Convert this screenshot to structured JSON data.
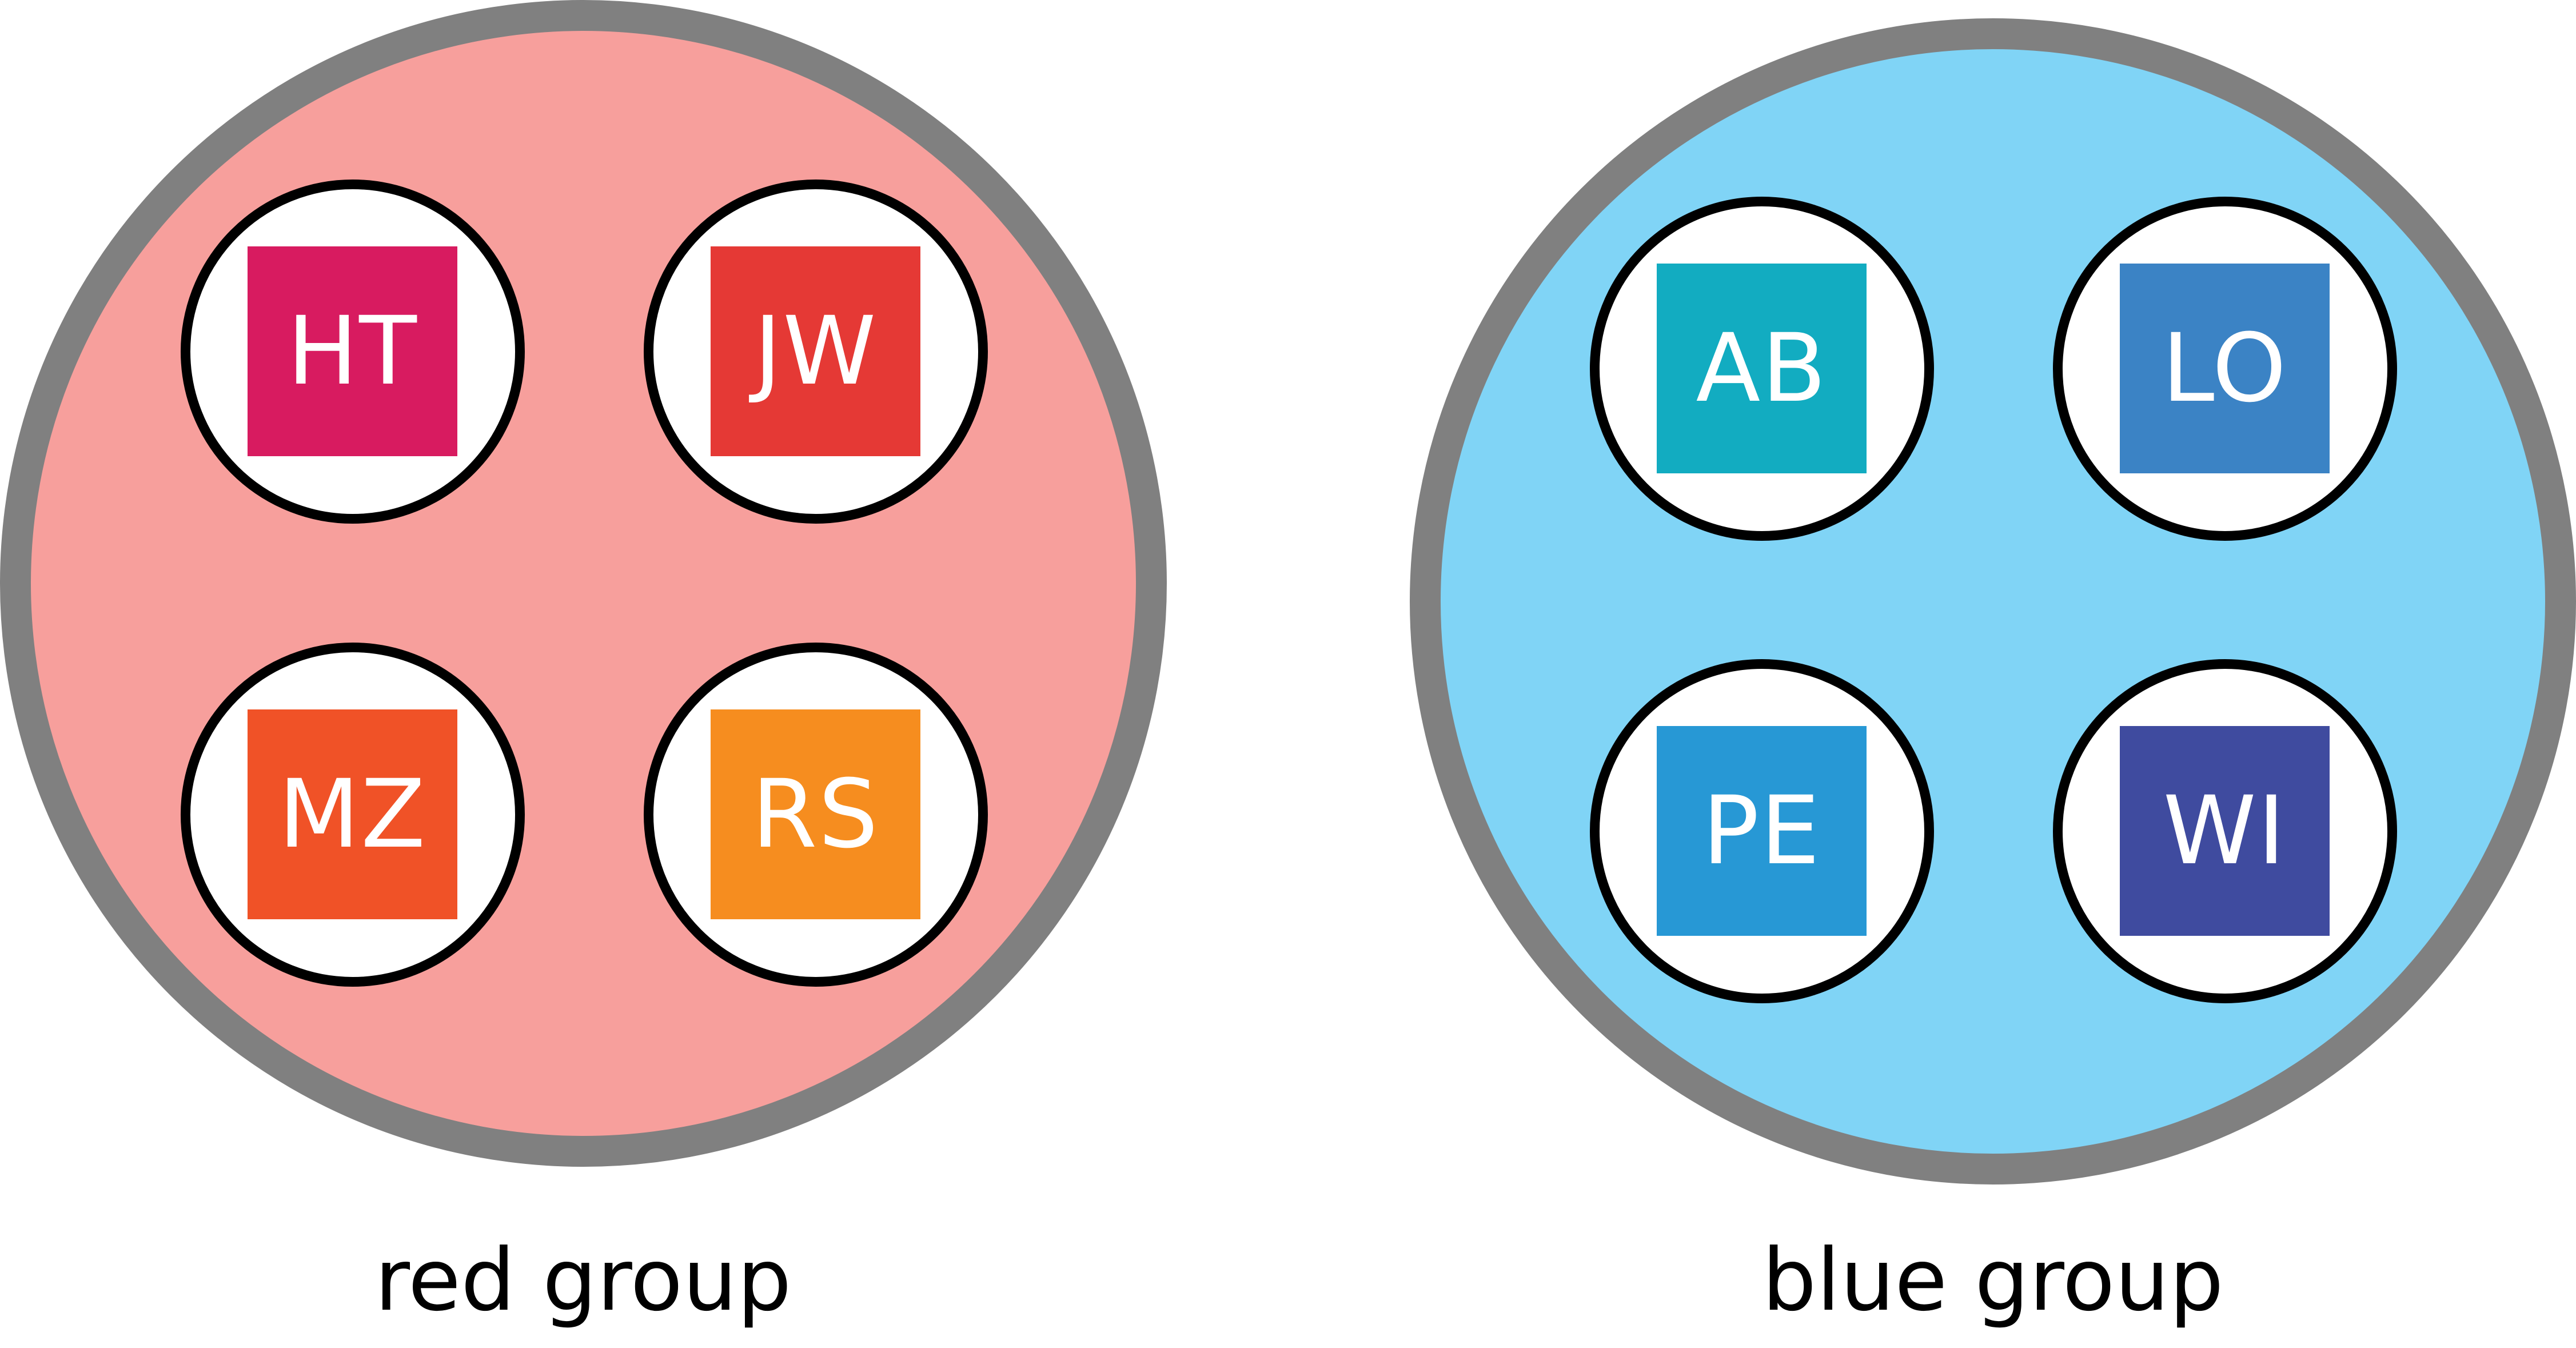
{
  "groups": [
    {
      "label": "red group",
      "fill": "#f79f9c",
      "border": "#808080",
      "members": [
        {
          "initials": "HT",
          "color": "#d81b60"
        },
        {
          "initials": "JW",
          "color": "#e53935"
        },
        {
          "initials": "MZ",
          "color": "#f05227"
        },
        {
          "initials": "RS",
          "color": "#f68d1f"
        }
      ]
    },
    {
      "label": "blue group",
      "fill": "#80d4f6",
      "border": "#808080",
      "members": [
        {
          "initials": "AB",
          "color": "#12acc1"
        },
        {
          "initials": "LO",
          "color": "#3b83c5"
        },
        {
          "initials": "PE",
          "color": "#2798d5"
        },
        {
          "initials": "WI",
          "color": "#3f4b9f"
        }
      ]
    }
  ]
}
